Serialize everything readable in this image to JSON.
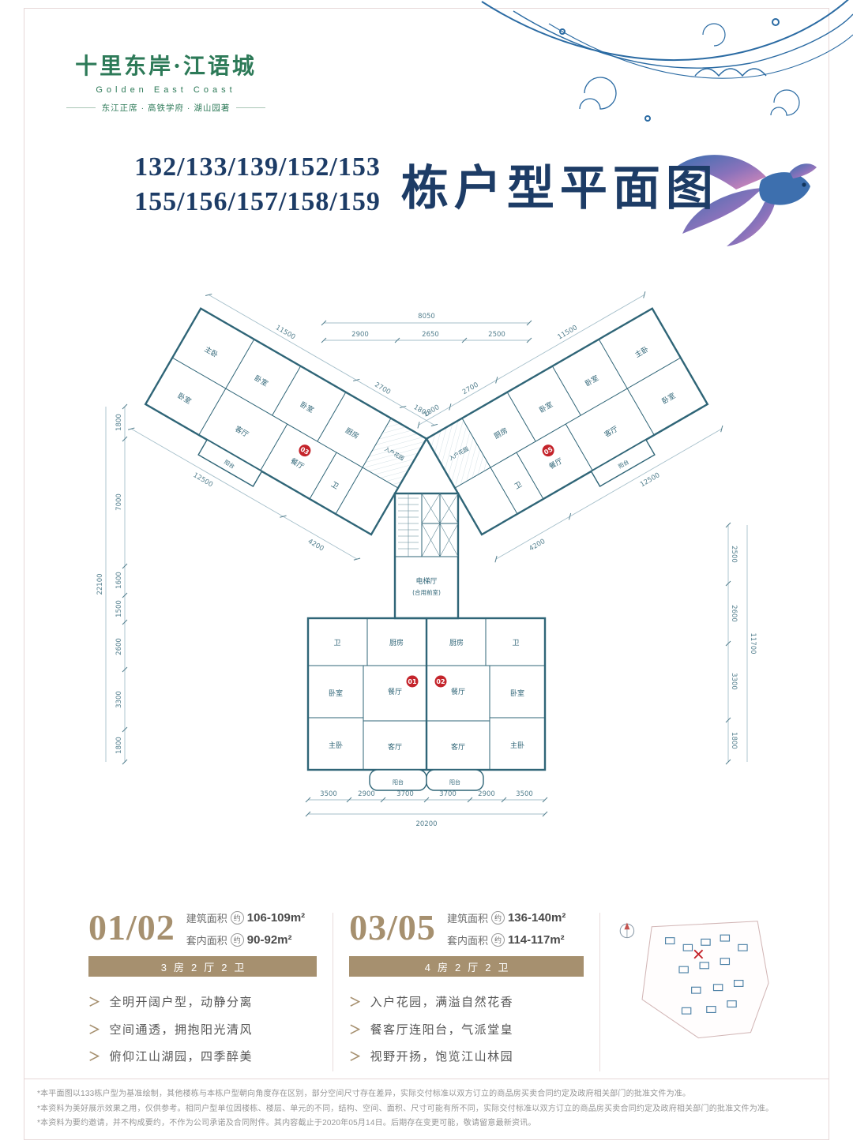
{
  "brand": {
    "logo_cn": "十里东岸·江语城",
    "logo_en": "Golden East Coast",
    "tagline": "东江正席 · 高铁学府 · 湖山园著"
  },
  "title": {
    "line1": "132/133/139/152/153",
    "line2": "155/156/157/158/159",
    "main": "栋户型平面图"
  },
  "floorplan": {
    "core": {
      "line1": "电梯厅",
      "line2": "(合用前室)"
    },
    "entry_garden": "入户花园",
    "markers": {
      "wl": "03",
      "wr": "05",
      "ul": "01",
      "ur": "02"
    },
    "rooms": {
      "wing": [
        "主卧",
        "卧室",
        "卧室",
        "厨房",
        "卧室",
        "客厅",
        "餐厅",
        "卫",
        "阳台"
      ],
      "unit": [
        "卫",
        "厨房",
        "卧室",
        "餐厅",
        "主卧",
        "客厅",
        "阳台"
      ]
    },
    "dims": {
      "top_total": "8050",
      "top": [
        "2900",
        "2650",
        "2500"
      ],
      "bottom_total": "20200",
      "bottom": [
        "3500",
        "2900",
        "3700",
        "3700",
        "2900",
        "3500"
      ],
      "left_total": "22100",
      "left": [
        "1800",
        "7000",
        "1600",
        "1500",
        "2600",
        "3300",
        "1800"
      ],
      "right_total": "11700",
      "right": [
        "2500",
        "2600",
        "3300",
        "1800"
      ],
      "wingl_top": [
        "1800",
        "2700",
        "11500"
      ],
      "wingl_bottom": [
        "12500",
        "4200"
      ],
      "wingr_top": [
        "1800",
        "2700",
        "11500"
      ],
      "wingr_bottom": [
        "4200",
        "12500"
      ]
    }
  },
  "units": [
    {
      "code": "01/02",
      "areas": [
        {
          "label": "建筑面积",
          "circle": "约",
          "value": "106-109m²"
        },
        {
          "label": "套内面积",
          "circle": "约",
          "value": "90-92m²"
        }
      ],
      "badge": "3房2厅2卫",
      "features": [
        "全明开阔户型，动静分离",
        "空间通透，拥抱阳光清风",
        "俯仰江山湖园，四季醉美"
      ]
    },
    {
      "code": "03/05",
      "areas": [
        {
          "label": "建筑面积",
          "circle": "约",
          "value": "136-140m²"
        },
        {
          "label": "套内面积",
          "circle": "约",
          "value": "114-117m²"
        }
      ],
      "badge": "4房2厅2卫",
      "features": [
        "入户花园，满溢自然花香",
        "餐客厅连阳台，气派堂皇",
        "视野开扬，饱览江山林园"
      ]
    }
  ],
  "disclaimers": [
    "*本平面图以133栋户型为基准绘制，其他楼栋与本栋户型朝向角度存在区别，部分空间尺寸存在差异，实际交付标准以双方订立的商品房买卖合同约定及政府相关部门的批准文件为准。",
    "*本资料为美好展示效果之用，仅供参考。相同户型单位因楼栋、楼层、单元的不同，结构、空间、面积、尺寸可能有所不同，实际交付标准以双方订立的商品房买卖合同约定及政府相关部门的批准文件为准。",
    "*本资料为要约邀请，并不构成要约，不作为公司承诺及合同附件。其内容截止于2020年05月14日。后期存在变更可能，敬请留意最新资讯。"
  ]
}
